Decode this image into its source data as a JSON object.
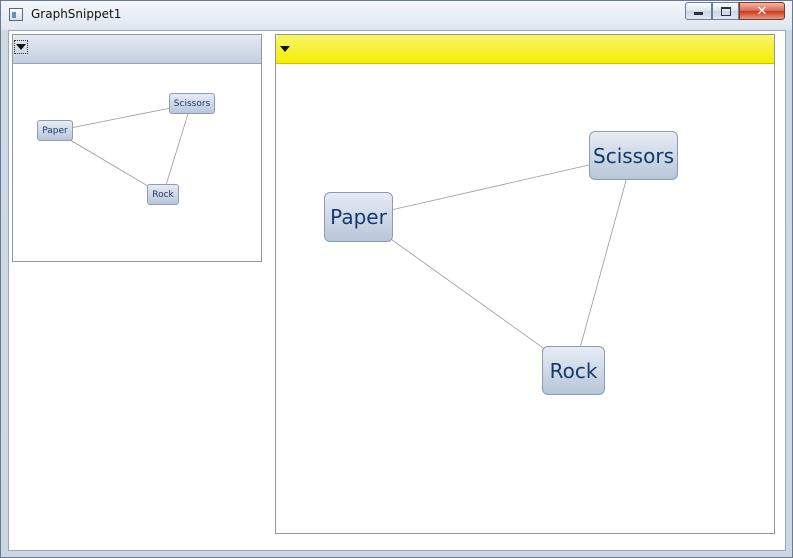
{
  "window": {
    "title": "GraphSnippet1",
    "controls": {
      "minimize": "minimize-icon",
      "maximize": "maximize-icon",
      "close": "close-icon"
    }
  },
  "colors": {
    "accent_yellow": "#F4EE00",
    "header_blue": "#C4CFE0",
    "node_text": "#14396B",
    "edge": "#9A9A9A"
  },
  "small_graph": {
    "nodes": {
      "paper": "Paper",
      "scissors": "Scissors",
      "rock": "Rock"
    }
  },
  "big_graph": {
    "nodes": {
      "paper": "Paper",
      "scissors": "Scissors",
      "rock": "Rock"
    }
  }
}
